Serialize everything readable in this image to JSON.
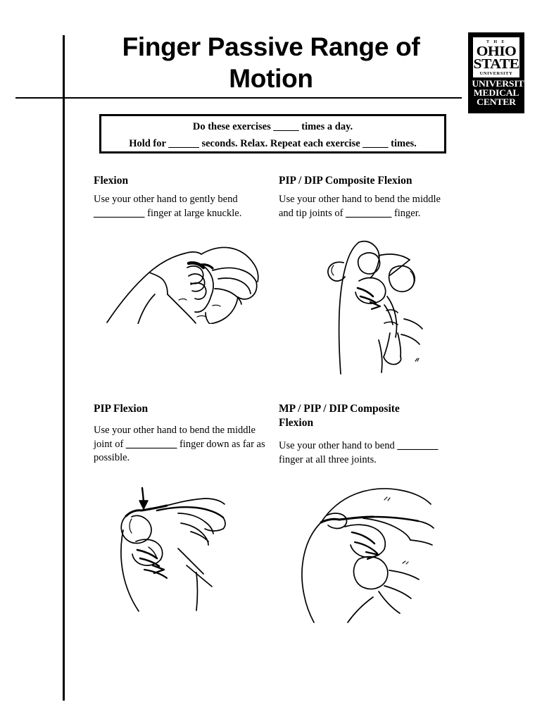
{
  "document": {
    "title": "Finger Passive Range of Motion"
  },
  "logo": {
    "the": "T H E",
    "ohio": "OHIO",
    "state": "STATE",
    "university": "UNIVERSITY",
    "umc_line1": "UNIVERSITY",
    "umc_line2": "MEDICAL",
    "umc_line3": "CENTER"
  },
  "instructions": {
    "line1_before": "Do these exercises",
    "line1_blank": "_____",
    "line1_after": "times a day.",
    "line2_a": "Hold for",
    "line2_blank1": "______",
    "line2_b": "seconds.  Relax.  Repeat each exercise",
    "line2_blank2": "_____",
    "line2_c": "times."
  },
  "sections": [
    {
      "heading": "Flexion",
      "body_line1": "Use your other hand to gently bend",
      "body_blank": "__________",
      "body_line2": " finger at large knuckle.",
      "figure": "hand-flexion-illustration"
    },
    {
      "heading": "PIP / DIP Composite Flexion",
      "body_line1": "Use your other hand to bend the",
      "body_line2": "middle and tip joints of",
      "body_blank": "_________",
      "body_line3": "finger.",
      "figure": "hand-pip-dip-composite-flexion-illustration"
    },
    {
      "heading": "PIP Flexion",
      "body_line1": "Use your other hand to bend the",
      "body_line2a": "middle joint of",
      "body_blank": "__________",
      "body_line2b": " finger down",
      "body_line3": "as far as possible.",
      "figure": "hand-pip-flexion-illustration"
    },
    {
      "heading_line1": "MP / PIP / DIP Composite",
      "heading_line2": "Flexion",
      "body_line1": "Use your other hand to bend",
      "body_blank": "________",
      "body_line2": "finger at all three joints.",
      "figure": "hand-mp-pip-dip-composite-flexion-illustration"
    }
  ],
  "colors": {
    "ink": "#000000",
    "paper": "#ffffff"
  }
}
